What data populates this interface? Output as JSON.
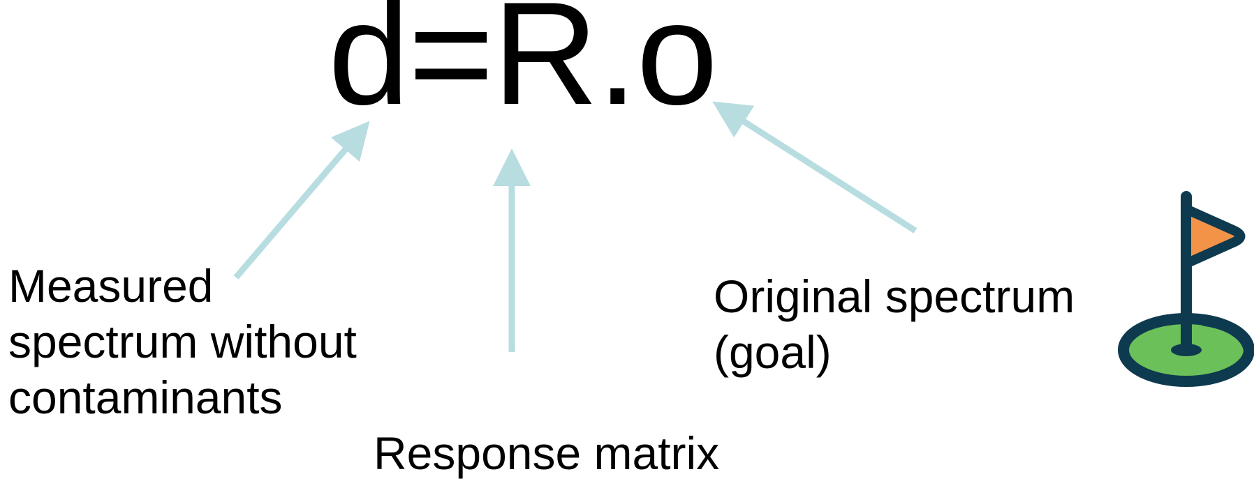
{
  "equation": {
    "text": "d=R.o"
  },
  "labels": {
    "measured": {
      "lines": [
        "Measured",
        "spectrum without",
        "contaminants"
      ]
    },
    "response": {
      "text": "Response matrix"
    },
    "original": {
      "lines": [
        "Original spectrum",
        "(goal)"
      ]
    }
  },
  "icons": {
    "goal": "golf-flag-icon"
  },
  "colors": {
    "arrow": "#b8dde0",
    "flag": "#f39348",
    "green": "#6cc05a",
    "outline": "#0e3a4f"
  }
}
